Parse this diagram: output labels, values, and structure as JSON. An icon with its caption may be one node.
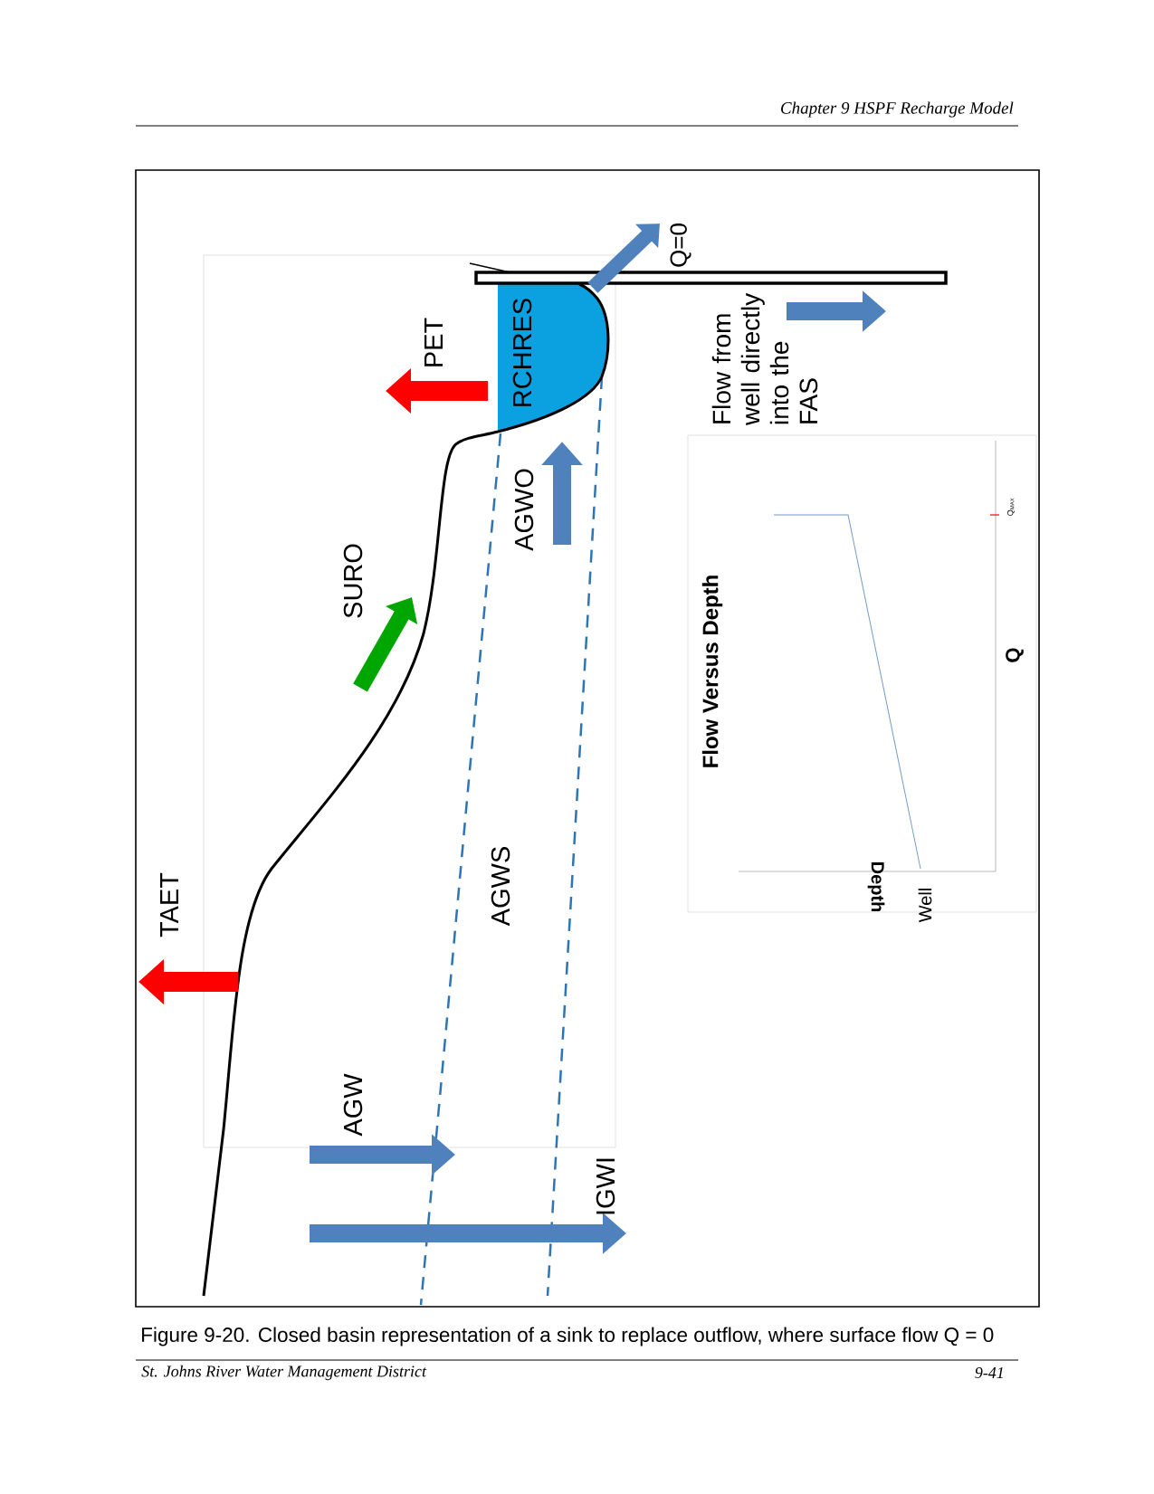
{
  "diagram": {
    "caption": "Figure 9-20. Closed basin representation of a sink to replace outflow, where surface flow Q = 0",
    "nodes": [
      {
        "text": [
          "RCHRES"
        ]
      },
      {
        "text": [
          "Flow Versus Depth",
          "Q",
          "Q$_{MAX}$",
          "Depth",
          "Well"
        ]
      }
    ],
    "labels": [
      "Chapter 9 HSPF Recharge Model",
      "Q=0",
      "PET",
      "Flow from well directly into the FAS",
      "AGWO",
      "SURO",
      "AGWS",
      "TAET",
      "AGW",
      "IGWI",
      "St. Johns River Water Management District",
      "9-41"
    ]
  }
}
